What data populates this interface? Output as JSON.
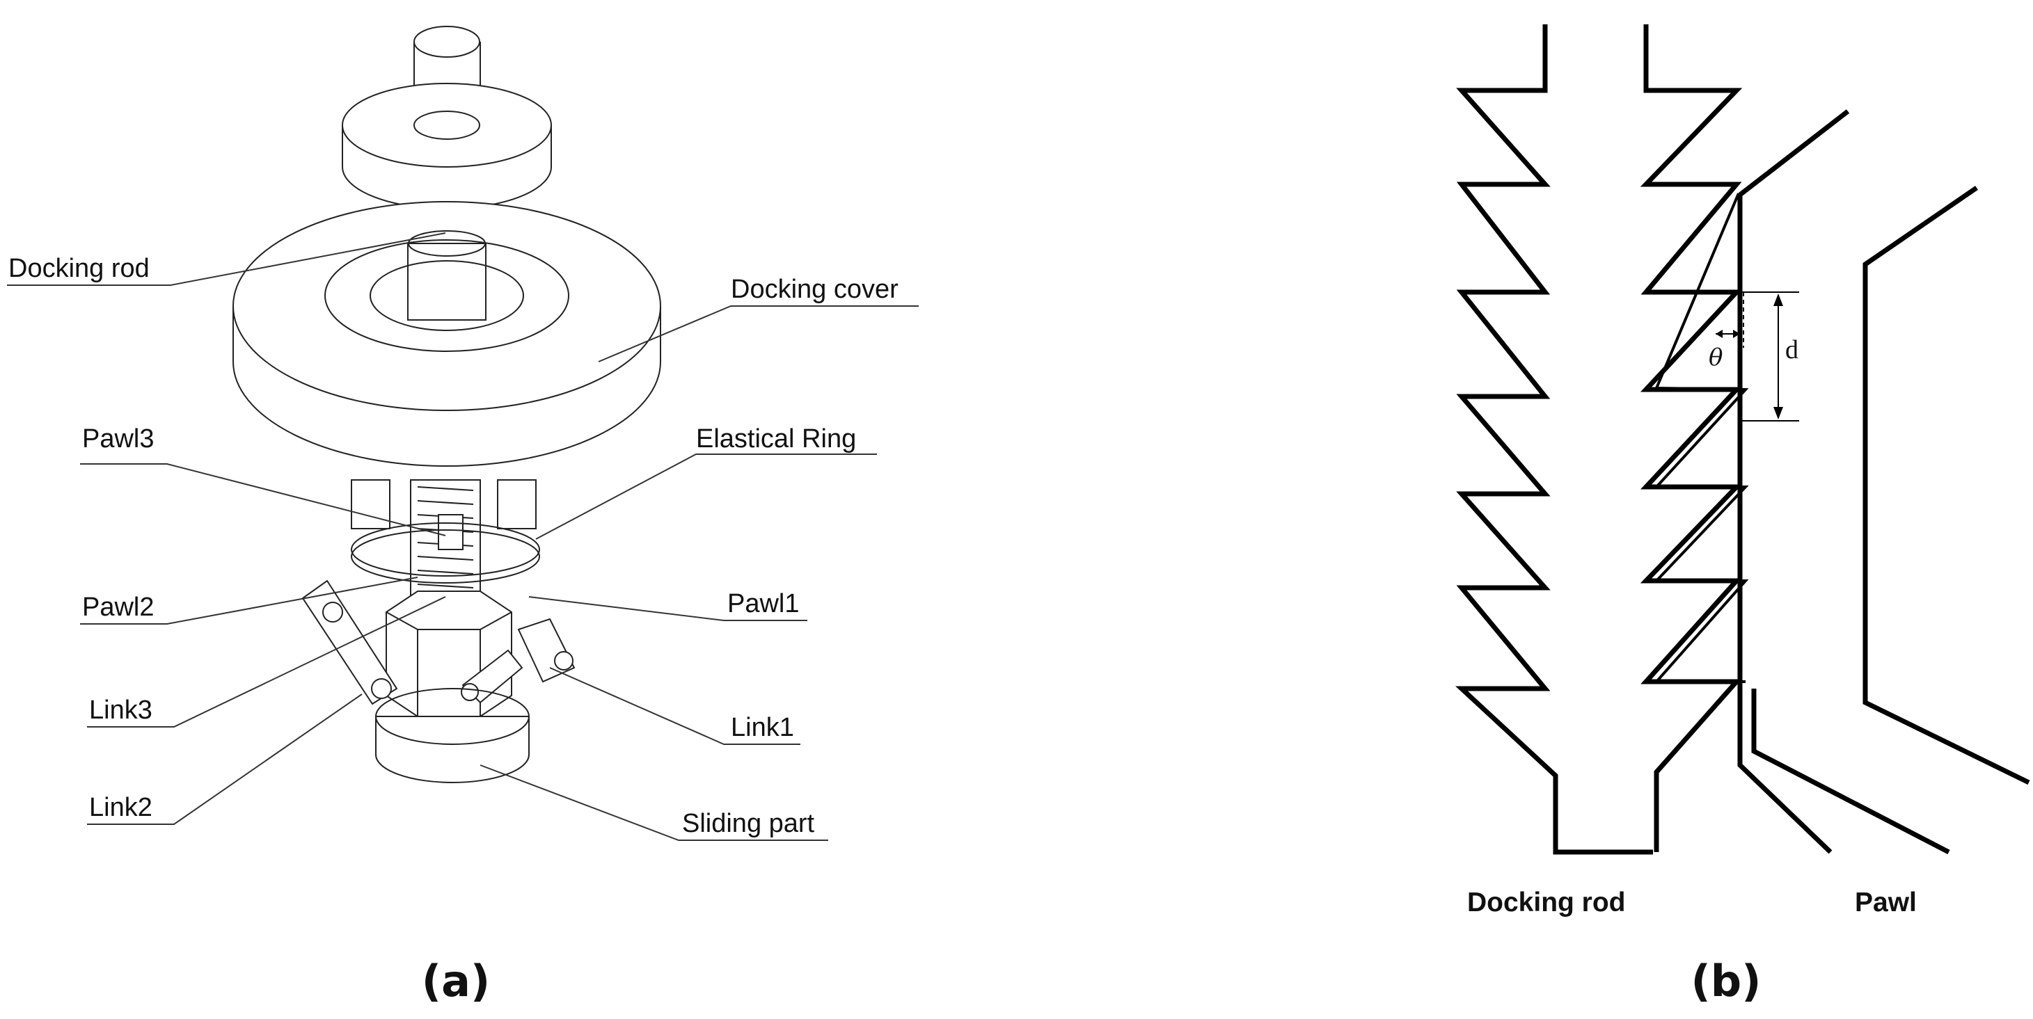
{
  "panel_a": {
    "caption": "(a)",
    "labels": {
      "docking_rod": "Docking rod",
      "docking_cover": "Docking cover",
      "pawl3": "Pawl3",
      "elastical_ring": "Elastical Ring",
      "pawl2": "Pawl2",
      "pawl1": "Pawl1",
      "link3": "Link3",
      "link1": "Link1",
      "link2": "Link2",
      "sliding_part": "Sliding part"
    }
  },
  "panel_b": {
    "caption": "(b)",
    "labels": {
      "docking_rod": "Docking rod",
      "pawl": "Pawl",
      "theta": "θ",
      "d": "d"
    }
  }
}
